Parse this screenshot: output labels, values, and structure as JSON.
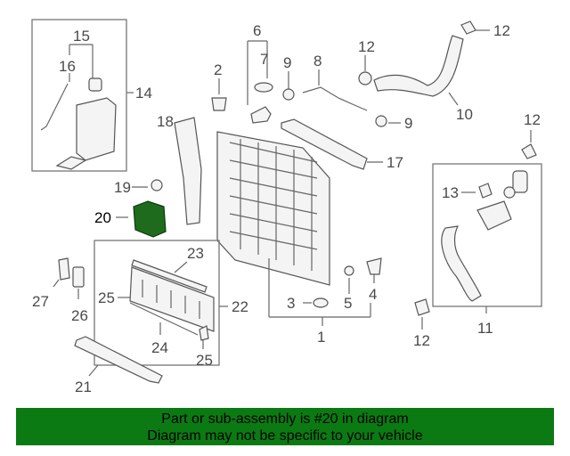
{
  "labels": {
    "p1": "1",
    "p2": "2",
    "p3": "3",
    "p4": "4",
    "p5": "5",
    "p6": "6",
    "p7": "7",
    "p8": "8",
    "p9a": "9",
    "p9b": "9",
    "p10": "10",
    "p11": "11",
    "p12a": "12",
    "p12b": "12",
    "p12c": "12",
    "p12d": "12",
    "p13": "13",
    "p14": "14",
    "p15": "15",
    "p16": "16",
    "p17": "17",
    "p18": "18",
    "p19": "19",
    "p20": "20",
    "p21": "21",
    "p22": "22",
    "p23": "23",
    "p24": "24",
    "p25a": "25",
    "p25b": "25",
    "p26": "26",
    "p27": "27"
  },
  "banner": {
    "line1": "Part or sub-assembly is #20 in diagram",
    "line2": "Diagram may not be specific to your vehicle",
    "color": "#0b7a12"
  },
  "highlight_color": "#1e6b1e"
}
